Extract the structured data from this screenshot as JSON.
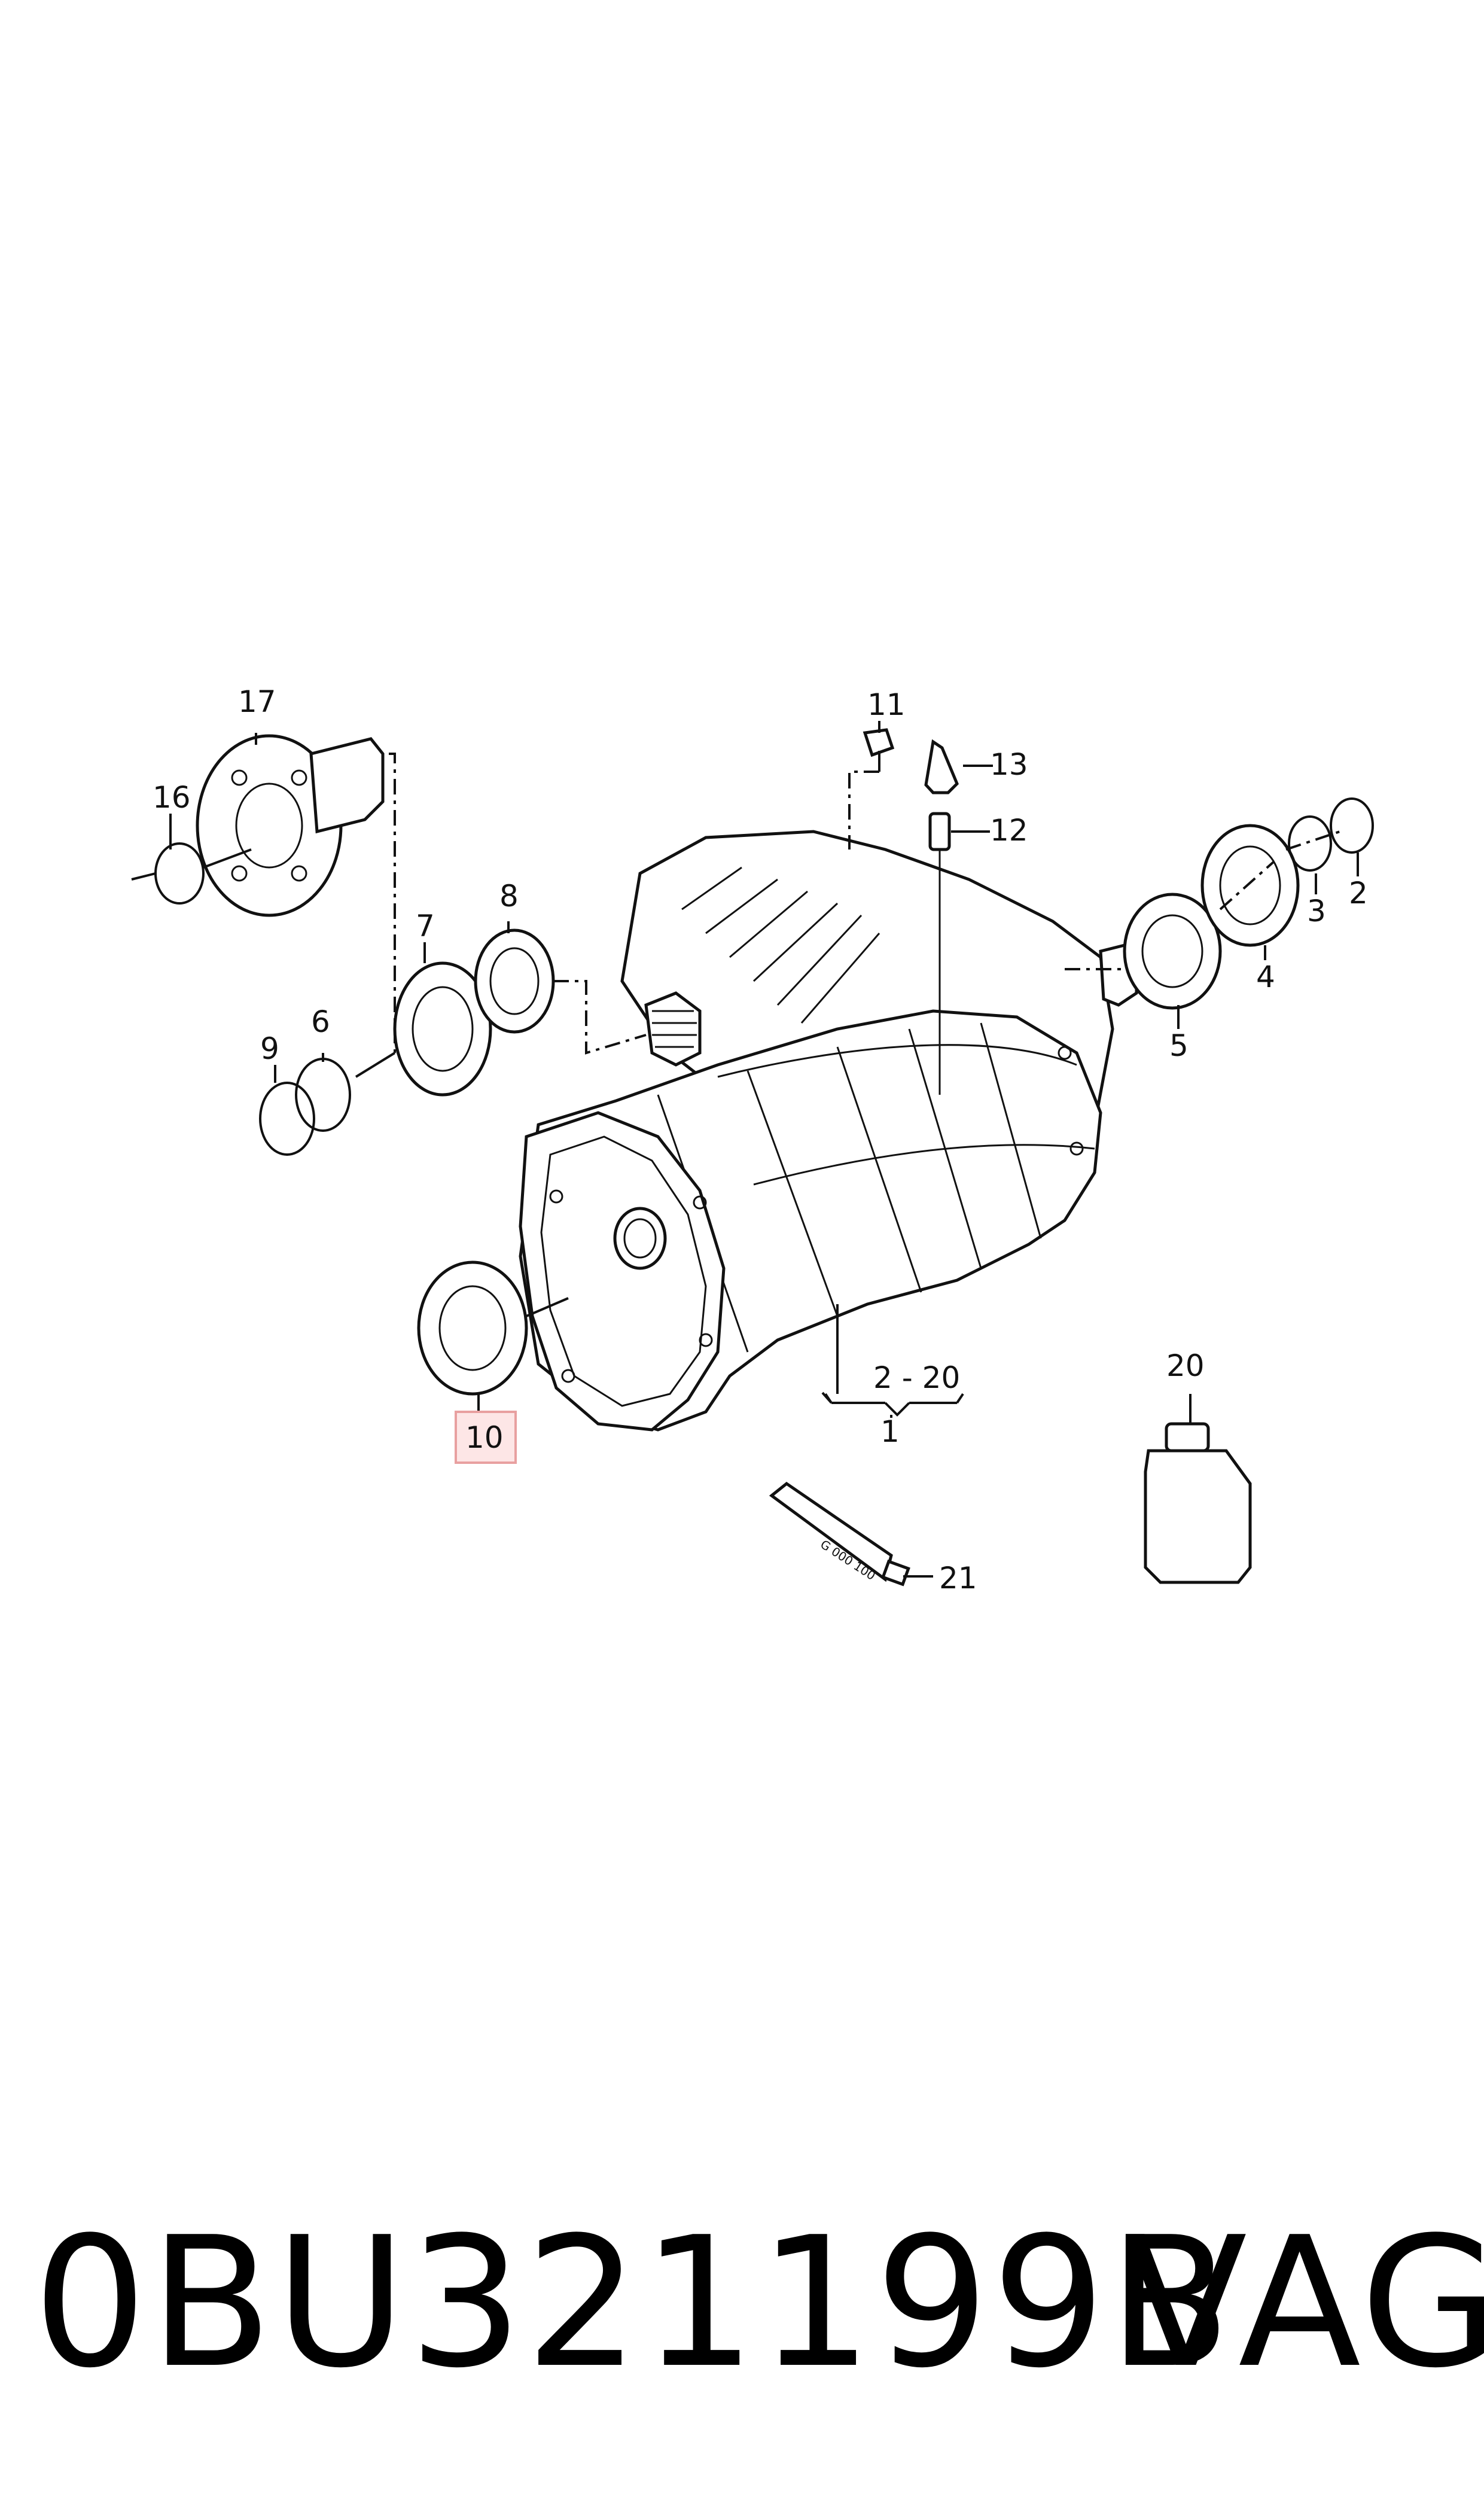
{
  "callouts": {
    "c1": "1",
    "c2": "2",
    "c3": "3",
    "c4": "4",
    "c5": "5",
    "c6": "6",
    "c7": "7",
    "c8": "8",
    "c9": "9",
    "c10": "10",
    "c11": "11",
    "c12": "12",
    "c13": "13",
    "c16": "16",
    "c17": "17",
    "c20": "20",
    "c21": "21",
    "range": "2 - 20"
  },
  "highlight_color": "#e8a0a0",
  "tube_label": "G 000 100",
  "part_number": "0BU321199B",
  "brand": "VAG"
}
